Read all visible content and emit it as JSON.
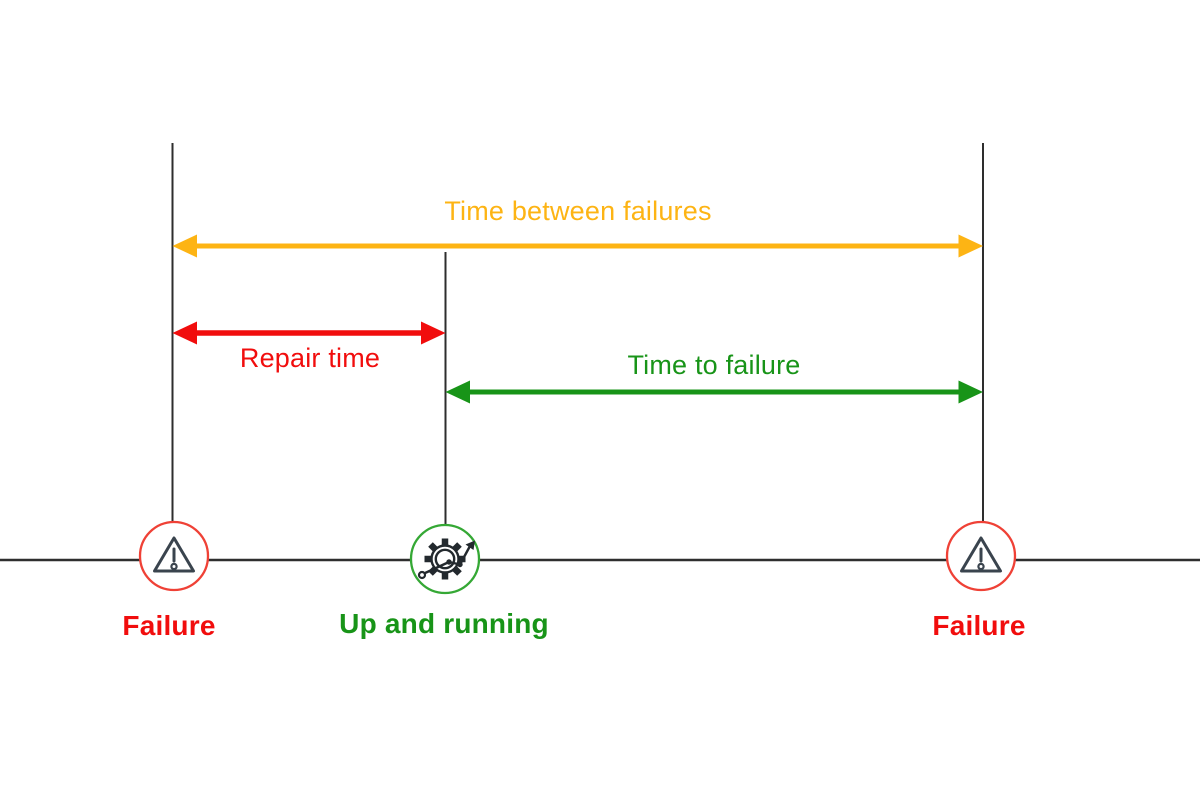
{
  "annotations": {
    "time_between_failures": {
      "label": "Time between failures",
      "color": "#FDB414"
    },
    "repair_time": {
      "label": "Repair time",
      "color": "#F10D0D"
    },
    "time_to_failure": {
      "label": "Time to failure",
      "color": "#189418"
    }
  },
  "events": [
    {
      "label": "Failure",
      "type": "failure",
      "icon": "warning-triangle-icon",
      "label_color": "#F10D0D",
      "ring_color": "#EF4136"
    },
    {
      "label": "Up and running",
      "type": "recovery",
      "icon": "gear-trend-arrow-icon",
      "label_color": "#189418",
      "ring_color": "#35A835"
    },
    {
      "label": "Failure",
      "type": "failure",
      "icon": "warning-triangle-icon",
      "label_color": "#F10D0D",
      "ring_color": "#EF4136"
    }
  ],
  "colors": {
    "arrow-orange": "#FDB414",
    "arrow-red": "#F10D0D",
    "arrow-green": "#189418",
    "ring-red": "#EF4136",
    "ring-green": "#35A835",
    "icon-dark": "#3A444E",
    "gear-dark": "#23292E",
    "line-dark": "#2E2E2E"
  }
}
